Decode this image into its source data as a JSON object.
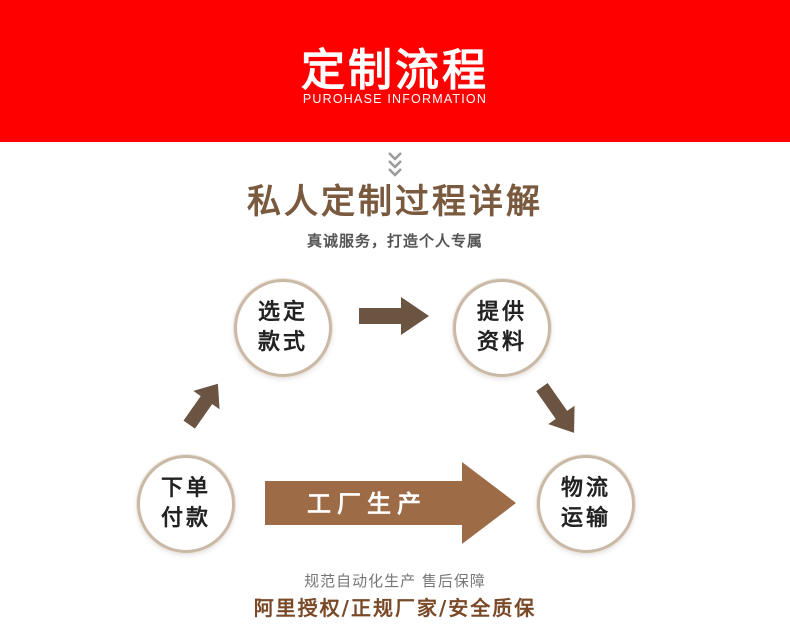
{
  "banner": {
    "title": "定制流程",
    "subtitle": "PUROHASE INFORMATION",
    "color": "#fe0000"
  },
  "section": {
    "heading": "私人定制过程详解",
    "subheading": "真诚服务，打造个人专属",
    "heading_color": "#7a5a3e",
    "arrow_color": "#6b5441"
  },
  "steps": [
    {
      "line1": "选定",
      "line2": "款式"
    },
    {
      "line1": "提供",
      "line2": "资料"
    },
    {
      "line1": "物流",
      "line2": "运输"
    },
    {
      "line1": "下单",
      "line2": "付款"
    }
  ],
  "factory": {
    "label": "工厂生产",
    "color": "#9e6b47"
  },
  "footer": {
    "line1": "规范自动化生产 售后保障",
    "line2": "阿里授权/正规厂家/安全质保"
  }
}
